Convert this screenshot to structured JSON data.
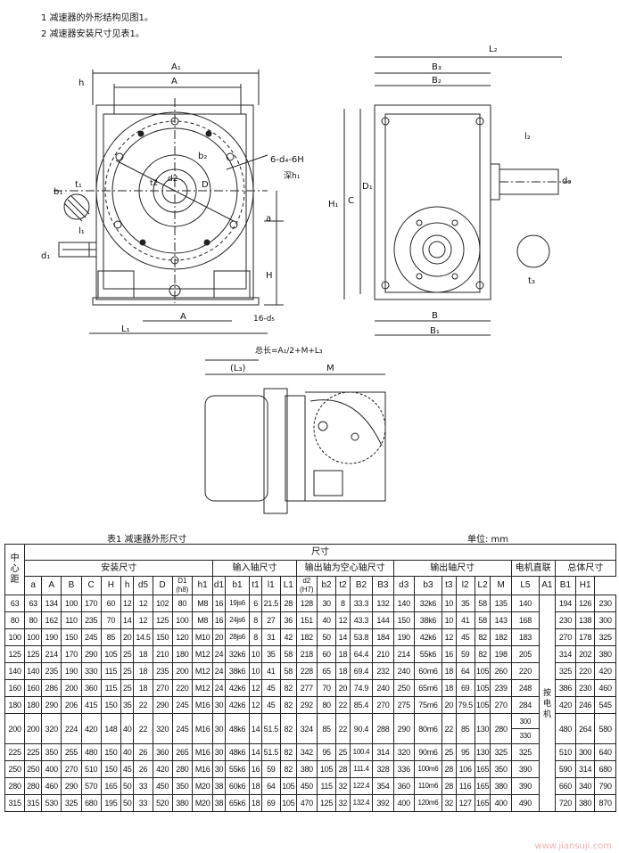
{
  "notes": [
    "1 减速器的外形结构见图1。",
    "2 减速器安装尺寸见表1。"
  ],
  "drawing": {
    "front": {
      "A1": "A₁",
      "A": "A",
      "h": "h",
      "b2": "b₂",
      "d2": "d2",
      "D": "D",
      "t2": "t2",
      "callout": "6-d₄-6H",
      "callout2": "深h₁",
      "b1": "b₁",
      "t1": "t₁",
      "l1": "l₁",
      "d1": "d₁",
      "a": "a",
      "H": "H",
      "L1": "L₁",
      "A_bottom": "A",
      "d5": "16-d₅"
    },
    "side": {
      "L2": "L₂",
      "B3": "B₃",
      "B2": "B₂",
      "H1": "H₁",
      "C": "C",
      "D1": "D₁",
      "l2": "l₂",
      "d3": "d₃",
      "t3": "t₃",
      "B": "B",
      "B1": "B₁"
    },
    "bottom": {
      "formula": "总长=A₁/2+M+L₃",
      "L3": "(L₃)",
      "M": "M"
    }
  },
  "table": {
    "title": "表1    减速器外形尺寸",
    "unit": "单位: mm",
    "col0": "中心距",
    "dim": "尺寸",
    "groups": [
      "安装尺寸",
      "输入轴尺寸",
      "输出轴为空心轴尺寸",
      "输出轴尺寸",
      "电机直联",
      "总体尺寸"
    ],
    "headers": [
      "a",
      "A",
      "B",
      "C",
      "H",
      "h",
      "d5",
      "D",
      "D1 (h8)",
      "h1",
      "d1",
      "b1",
      "t1",
      "l1",
      "L1",
      "d2 (H7)",
      "b2",
      "t2",
      "B2",
      "B3",
      "d3",
      "b3",
      "t3",
      "l2",
      "L2",
      "M",
      "L5",
      "A1",
      "B1",
      "H1"
    ],
    "l5_text": "按电机",
    "rows": [
      [
        "63",
        "63",
        "134",
        "100",
        "170",
        "60",
        "12",
        "12",
        "102",
        "80",
        "M8",
        "16",
        "19js6",
        "6",
        "21.5",
        "28",
        "128",
        "30",
        "8",
        "33.3",
        "132",
        "140",
        "32k6",
        "10",
        "35",
        "58",
        "135",
        "140",
        "",
        "194",
        "126",
        "230"
      ],
      [
        "80",
        "80",
        "162",
        "110",
        "235",
        "70",
        "14",
        "12",
        "125",
        "100",
        "M8",
        "16",
        "24js6",
        "8",
        "27",
        "36",
        "151",
        "40",
        "12",
        "43.3",
        "144",
        "150",
        "38k6",
        "10",
        "41",
        "58",
        "143",
        "168",
        "",
        "230",
        "138",
        "300"
      ],
      [
        "100",
        "100",
        "190",
        "150",
        "245",
        "85",
        "20",
        "14.5",
        "150",
        "120",
        "M10",
        "20",
        "28js6",
        "8",
        "31",
        "42",
        "182",
        "50",
        "14",
        "53.8",
        "184",
        "190",
        "42k6",
        "12",
        "45",
        "82",
        "182",
        "183",
        "",
        "270",
        "178",
        "325"
      ],
      [
        "125",
        "125",
        "214",
        "170",
        "290",
        "105",
        "25",
        "18",
        "210",
        "180",
        "M12",
        "24",
        "32k6",
        "10",
        "35",
        "58",
        "218",
        "60",
        "18",
        "64.4",
        "210",
        "214",
        "55k6",
        "16",
        "59",
        "82",
        "198",
        "205",
        "",
        "314",
        "202",
        "380"
      ],
      [
        "140",
        "140",
        "235",
        "190",
        "330",
        "115",
        "25",
        "18",
        "235",
        "200",
        "M12",
        "24",
        "38k6",
        "10",
        "41",
        "58",
        "228",
        "65",
        "18",
        "69.4",
        "232",
        "240",
        "60m6",
        "18",
        "64",
        "105",
        "260",
        "220",
        "",
        "325",
        "220",
        "420"
      ],
      [
        "160",
        "160",
        "286",
        "200",
        "360",
        "115",
        "25",
        "18",
        "270",
        "220",
        "M12",
        "24",
        "42k6",
        "12",
        "45",
        "82",
        "277",
        "70",
        "20",
        "74.9",
        "240",
        "250",
        "65m6",
        "18",
        "69",
        "105",
        "239",
        "248",
        "",
        "386",
        "230",
        "460"
      ],
      [
        "180",
        "180",
        "290",
        "206",
        "415",
        "150",
        "35",
        "22",
        "290",
        "245",
        "M16",
        "30",
        "42k6",
        "12",
        "45",
        "82",
        "292",
        "80",
        "22",
        "85.4",
        "270",
        "275",
        "75m6",
        "20",
        "79.5",
        "105",
        "270",
        "284",
        "",
        "420",
        "246",
        "545"
      ],
      [
        "200",
        "200",
        "320",
        "224",
        "420",
        "148",
        "40",
        "22",
        "320",
        "245",
        "M16",
        "30",
        "48k6",
        "14",
        "51.5",
        "82",
        "324",
        "85",
        "22",
        "90.4",
        "288",
        "290",
        "80m6",
        "22",
        "85",
        "130",
        "280",
        "300|330",
        "",
        "480",
        "264",
        "580"
      ],
      [
        "225",
        "225",
        "350",
        "255",
        "480",
        "150",
        "40",
        "26",
        "360",
        "265",
        "M16",
        "30",
        "48k6",
        "14",
        "51.5",
        "82",
        "342",
        "95",
        "25",
        "100.4",
        "314",
        "320",
        "90m6",
        "25",
        "95",
        "130",
        "325",
        "325",
        "",
        "510",
        "300",
        "640"
      ],
      [
        "250",
        "250",
        "400",
        "270",
        "510",
        "150",
        "45",
        "26",
        "420",
        "280",
        "M16",
        "30",
        "55k6",
        "16",
        "59",
        "82",
        "380",
        "105",
        "28",
        "111.4",
        "328",
        "336",
        "100m6",
        "28",
        "106",
        "165",
        "350",
        "390",
        "",
        "590",
        "314",
        "680"
      ],
      [
        "280",
        "280",
        "460",
        "290",
        "570",
        "165",
        "50",
        "33",
        "450",
        "350",
        "M20",
        "38",
        "60k6",
        "18",
        "64",
        "105",
        "450",
        "115",
        "32",
        "122.4",
        "354",
        "360",
        "110m6",
        "28",
        "116",
        "165",
        "380",
        "390",
        "",
        "660",
        "340",
        "790"
      ],
      [
        "315",
        "315",
        "530",
        "325",
        "680",
        "195",
        "50",
        "33",
        "520",
        "380",
        "M20",
        "38",
        "65k6",
        "18",
        "69",
        "105",
        "470",
        "125",
        "32",
        "132.4",
        "392",
        "400",
        "120m6",
        "32",
        "127",
        "165",
        "400",
        "490",
        "",
        "720",
        "380",
        "870"
      ]
    ]
  },
  "watermark": "www.jiansuji.com"
}
